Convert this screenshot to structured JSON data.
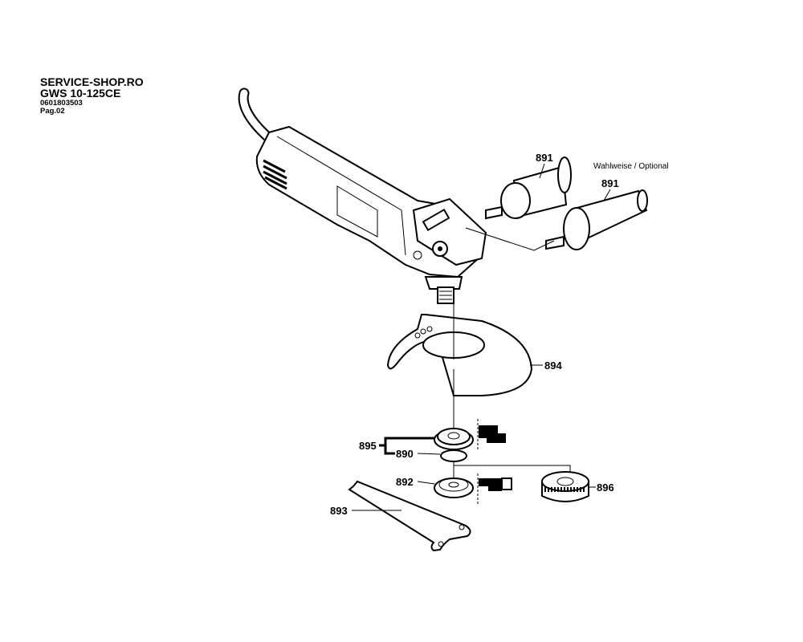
{
  "header": {
    "shop": "SERVICE-SHOP.RO",
    "model": "GWS 10-125CE",
    "part_number": "0601803503",
    "page": "Pag.02"
  },
  "diagram": {
    "note": "Wahlweise / Optional",
    "callouts": {
      "handle_a": "891",
      "handle_b": "891",
      "guard": "894",
      "flange_set": "895",
      "o_ring": "890",
      "clamping_nut": "892",
      "quick_nut": "896",
      "spanner": "893"
    }
  }
}
